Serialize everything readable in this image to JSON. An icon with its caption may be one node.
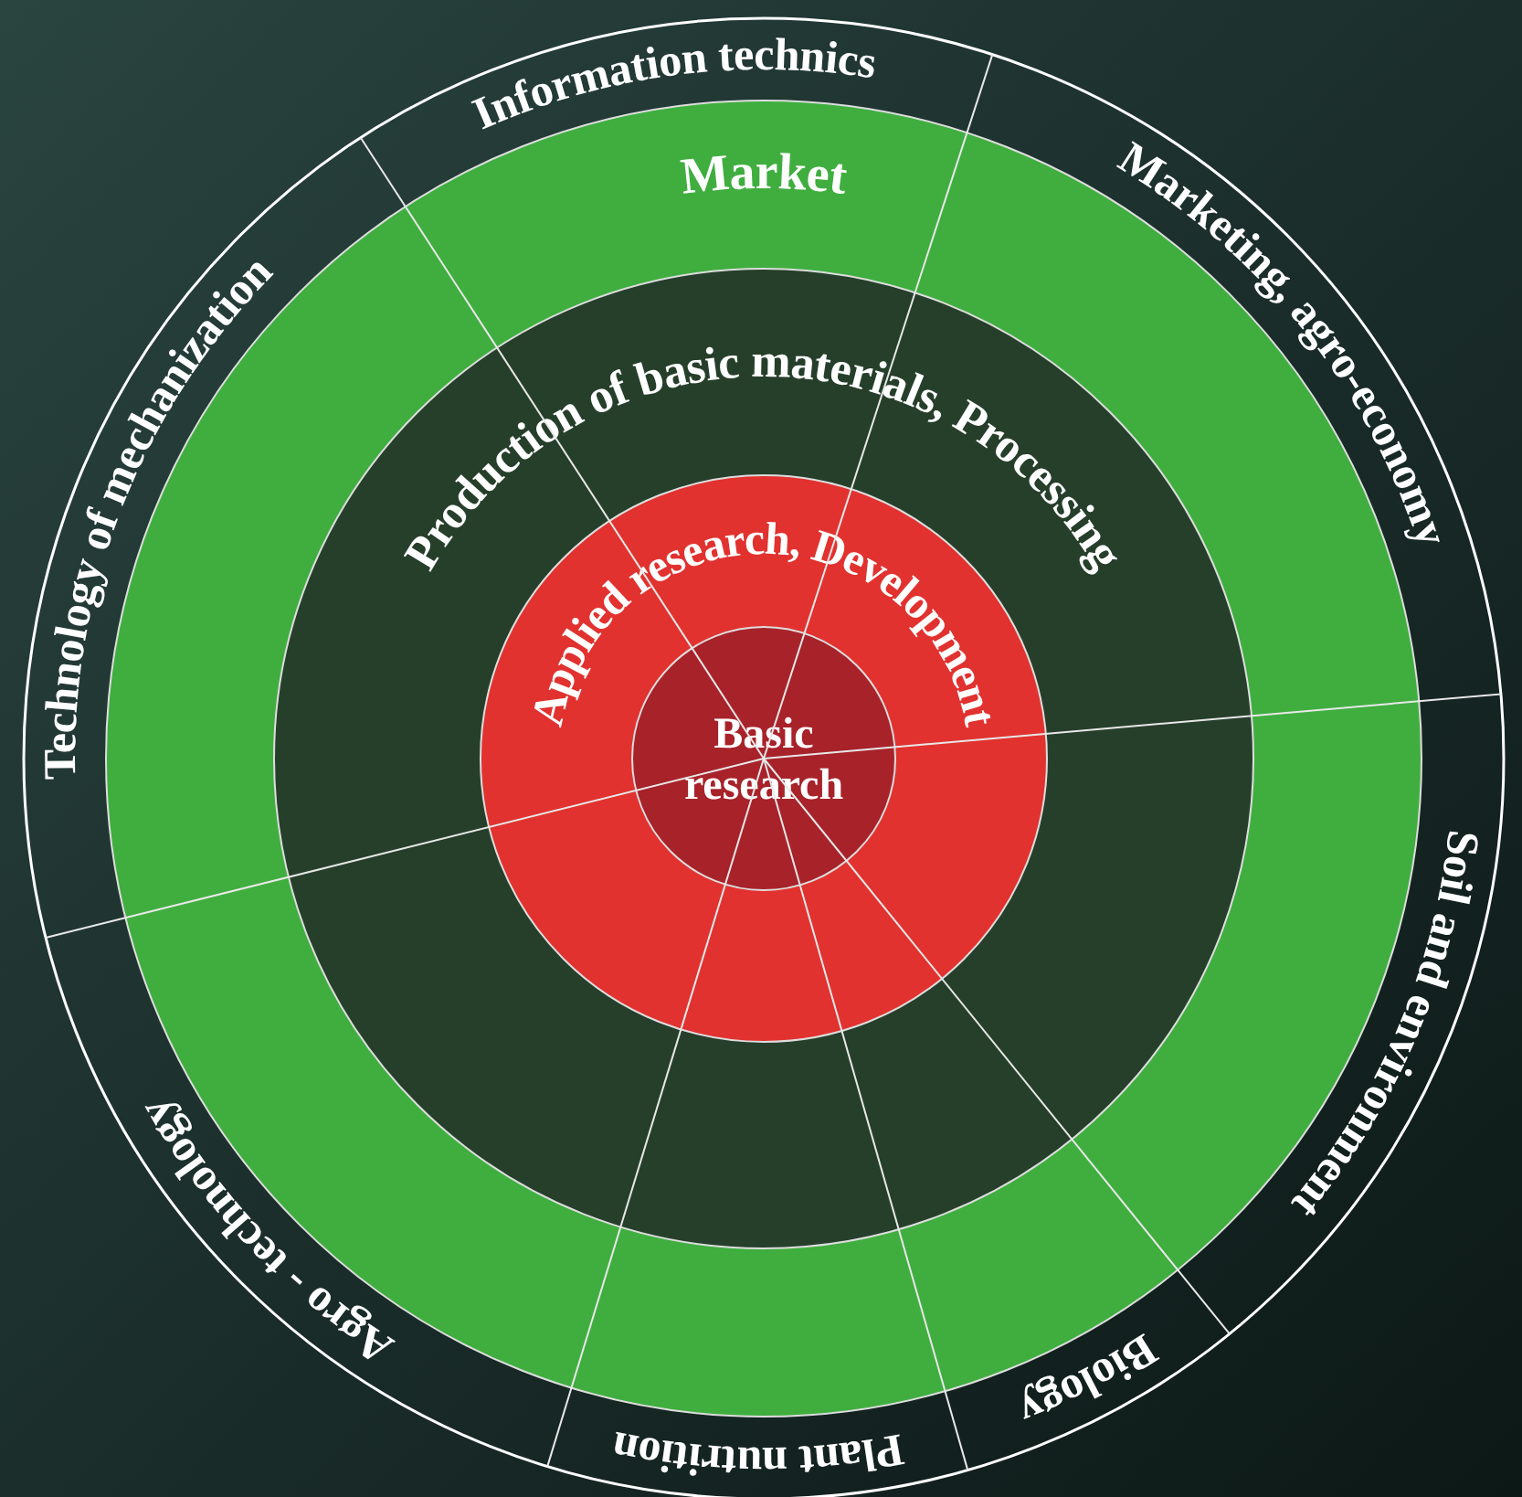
{
  "diagram": {
    "nodes": [
      {
        "text": [
          "Market"
        ]
      },
      {
        "text": [
          "Production of basic materials, Processing"
        ],
        "in": 0
      },
      {
        "text": [
          "Applied research, Development"
        ],
        "in": 1
      },
      {
        "text": [
          "Basic research"
        ],
        "in": 2
      }
    ],
    "labels": [
      "Information technics",
      "Marketing, agro-economy",
      "Soil and environment",
      "Biology",
      "Plant nutrition",
      "Agro - technology",
      "Technology of mechanization"
    ]
  }
}
